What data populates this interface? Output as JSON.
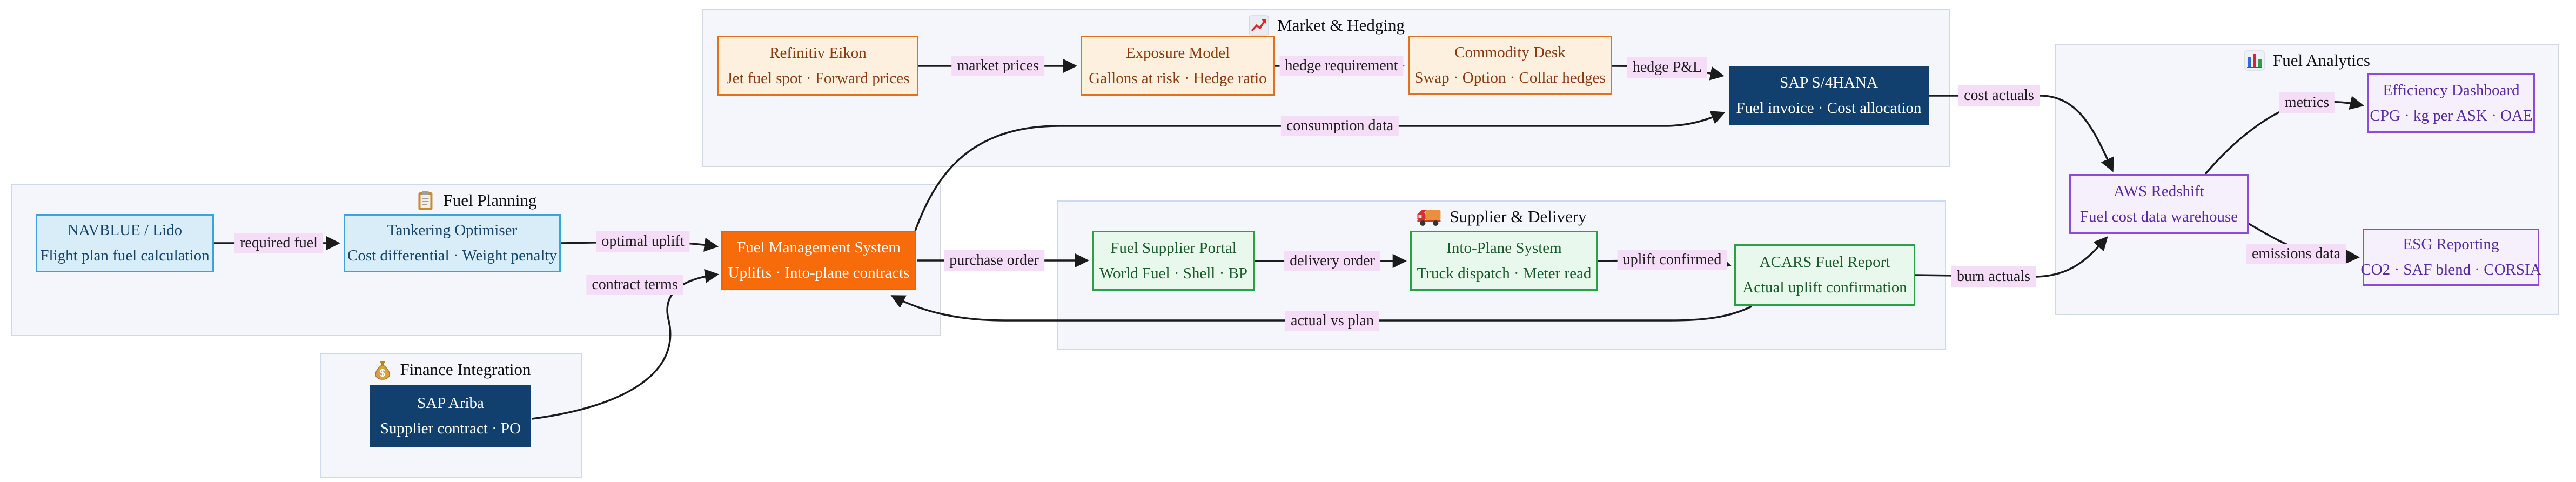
{
  "groups": {
    "market": {
      "title": "Market & Hedging",
      "icon": "chart-increasing-icon"
    },
    "planning": {
      "title": "Fuel Planning",
      "icon": "clipboard-icon"
    },
    "supplier": {
      "title": "Supplier & Delivery",
      "icon": "delivery-truck-icon"
    },
    "analytics": {
      "title": "Fuel Analytics",
      "icon": "bar-chart-icon"
    },
    "finance": {
      "title": "Finance Integration",
      "icon": "money-bag-icon"
    }
  },
  "nodes": {
    "refinitiv": {
      "title": "Refinitiv Eikon",
      "subtitle": "Jet fuel spot · Forward prices"
    },
    "exposure": {
      "title": "Exposure Model",
      "subtitle": "Gallons at risk · Hedge ratio"
    },
    "commodity": {
      "title": "Commodity Desk",
      "subtitle": "Swap · Option · Collar hedges"
    },
    "sap_s4hana": {
      "title": "SAP S/4HANA",
      "subtitle": "Fuel invoice · Cost allocation"
    },
    "navblue": {
      "title": "NAVBLUE / Lido",
      "subtitle": "Flight plan fuel calculation"
    },
    "tankering": {
      "title": "Tankering Optimiser",
      "subtitle": "Cost differential · Weight penalty"
    },
    "fms": {
      "title": "Fuel Management System",
      "subtitle": "Uplifts · Into-plane contracts"
    },
    "supplier_portal": {
      "title": "Fuel Supplier Portal",
      "subtitle": "World Fuel · Shell · BP"
    },
    "into_plane": {
      "title": "Into-Plane System",
      "subtitle": "Truck dispatch · Meter read"
    },
    "acars": {
      "title": "ACARS Fuel Report",
      "subtitle": "Actual uplift confirmation"
    },
    "ariba": {
      "title": "SAP Ariba",
      "subtitle": "Supplier contract · PO"
    },
    "redshift": {
      "title": "AWS Redshift",
      "subtitle": "Fuel cost data warehouse"
    },
    "efficiency": {
      "title": "Efficiency Dashboard",
      "subtitle": "CPG · kg per ASK · OAE"
    },
    "esg": {
      "title": "ESG Reporting",
      "subtitle": "CO2 · SAF blend · CORSIA"
    }
  },
  "edge_labels": {
    "market_prices": "market prices",
    "hedge_requirement": "hedge requirement",
    "hedge_pnl": "hedge P&L",
    "consumption_data": "consumption data",
    "cost_actuals": "cost actuals",
    "required_fuel": "required fuel",
    "optimal_uplift": "optimal uplift",
    "contract_terms": "contract terms",
    "purchase_order": "purchase order",
    "delivery_order": "delivery order",
    "uplift_confirmed": "uplift confirmed",
    "actual_vs_plan": "actual vs plan",
    "burn_actuals": "burn actuals",
    "metrics": "metrics",
    "emissions_data": "emissions data"
  },
  "colors": {
    "canvas_bg": "#ffffff",
    "cluster_fill": "#f4f6fc",
    "cluster_border": "#cfd9ee",
    "edge_line": "#1b1b1b",
    "edge_label_bg": "#f5dcf7",
    "market_node_fill": "#fdf0df",
    "market_node_border": "#e2711d",
    "market_node_text": "#8a3c10",
    "planning_node_fill": "#d9edf8",
    "planning_node_border": "#38a5d8",
    "planning_node_text": "#16466b",
    "supplier_node_fill": "#e9f8ec",
    "supplier_node_border": "#27a344",
    "supplier_node_text": "#1a5c2a",
    "analytics_node_fill": "#f5f0fc",
    "analytics_node_border": "#8b4dd8",
    "analytics_node_text": "#5a2ca0",
    "erp_node_fill": "#12406e",
    "erp_node_text": "#ffffff",
    "hub_node_fill": "#f76b0a",
    "hub_node_text": "#ffffff"
  }
}
